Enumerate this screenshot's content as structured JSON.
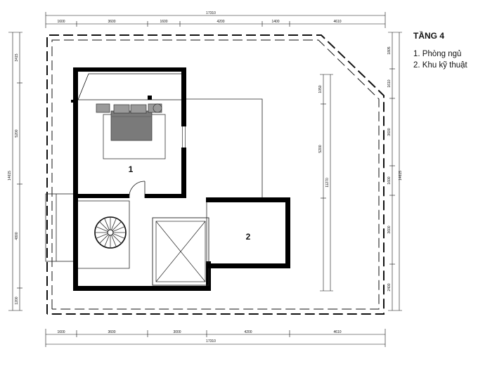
{
  "legend": {
    "title": "TẦNG 4",
    "items": [
      "1. Phòng ngủ",
      "2. Khu kỹ thuật"
    ]
  },
  "rooms": {
    "room1": "1",
    "room2": "2"
  },
  "dims": {
    "top_total": "17310",
    "top_segments": [
      "1600",
      "3600",
      "1600",
      "4200",
      "1400",
      "4610"
    ],
    "bottom_total": "17310",
    "bottom_segments": [
      "1600",
      "3600",
      "3000",
      "4200",
      "4610"
    ],
    "left_total": "14615",
    "left_segments": [
      "3415",
      "5200",
      "4800",
      "1200"
    ],
    "right_total": "14615",
    "right_segments": [
      "1805",
      "1610",
      "3600",
      "1600",
      "3600",
      "2400"
    ],
    "inner_segments": [
      "1050",
      "5200"
    ],
    "inner_total": "11270"
  },
  "colors": {
    "wall": "#000000",
    "line": "#111111",
    "bed": "#7a7a7a"
  }
}
